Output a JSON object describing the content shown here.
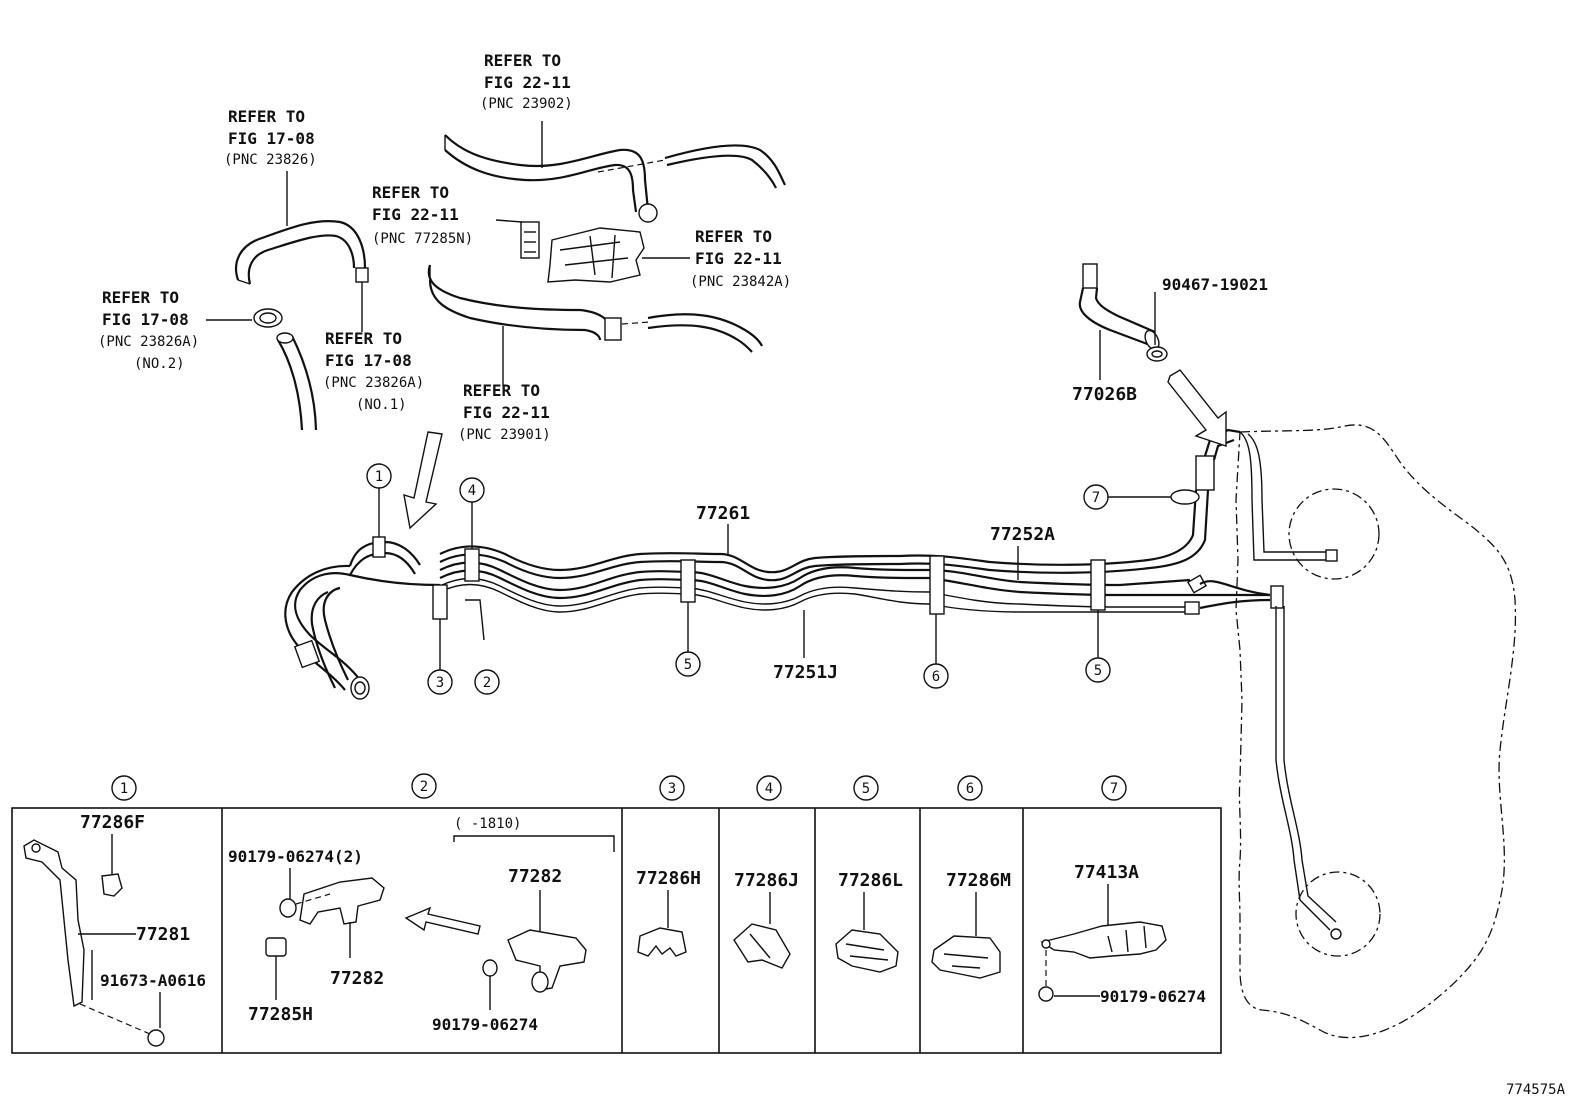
{
  "refs": {
    "r23902": [
      "REFER TO",
      "FIG 22-11",
      "(PNC 23902)"
    ],
    "r23826": [
      "REFER TO",
      "FIG 17-08",
      "(PNC 23826)"
    ],
    "r77285n": [
      "REFER TO",
      "FIG 22-11",
      "(PNC 77285N)"
    ],
    "r23842a": [
      "REFER TO",
      "FIG 22-11",
      "(PNC 23842A)"
    ],
    "r23826a2": [
      "REFER TO",
      "FIG 17-08",
      "(PNC 23826A)",
      "(NO.2)"
    ],
    "r23826a1": [
      "REFER TO",
      "FIG 17-08",
      "(PNC 23826A)",
      "(NO.1)"
    ],
    "r23901": [
      "REFER TO",
      "FIG 22-11",
      "(PNC 23901)"
    ]
  },
  "parts": {
    "p77261": "77261",
    "p77252a": "77252A",
    "p77251j": "77251J",
    "p77026b": "77026B",
    "p90467": "90467-19021"
  },
  "callouts": [
    "1",
    "2",
    "3",
    "4",
    "5",
    "6",
    "7"
  ],
  "detail_boxes": {
    "b1": {
      "num": "1",
      "labels": [
        "77286F",
        "77281",
        "91673-A0616"
      ]
    },
    "b2": {
      "num": "2",
      "labels": [
        "90179-06274(2)",
        "77282",
        "77285H",
        "77282",
        "90179-06274"
      ],
      "range": "(    -1810)"
    },
    "b3": {
      "num": "3",
      "labels": [
        "77286H"
      ]
    },
    "b4": {
      "num": "4",
      "labels": [
        "77286J"
      ]
    },
    "b5": {
      "num": "5",
      "labels": [
        "77286L"
      ]
    },
    "b6": {
      "num": "6",
      "labels": [
        "77286M"
      ]
    },
    "b7": {
      "num": "7",
      "labels": [
        "77413A",
        "90179-06274"
      ]
    }
  },
  "figure_id": "774575A"
}
